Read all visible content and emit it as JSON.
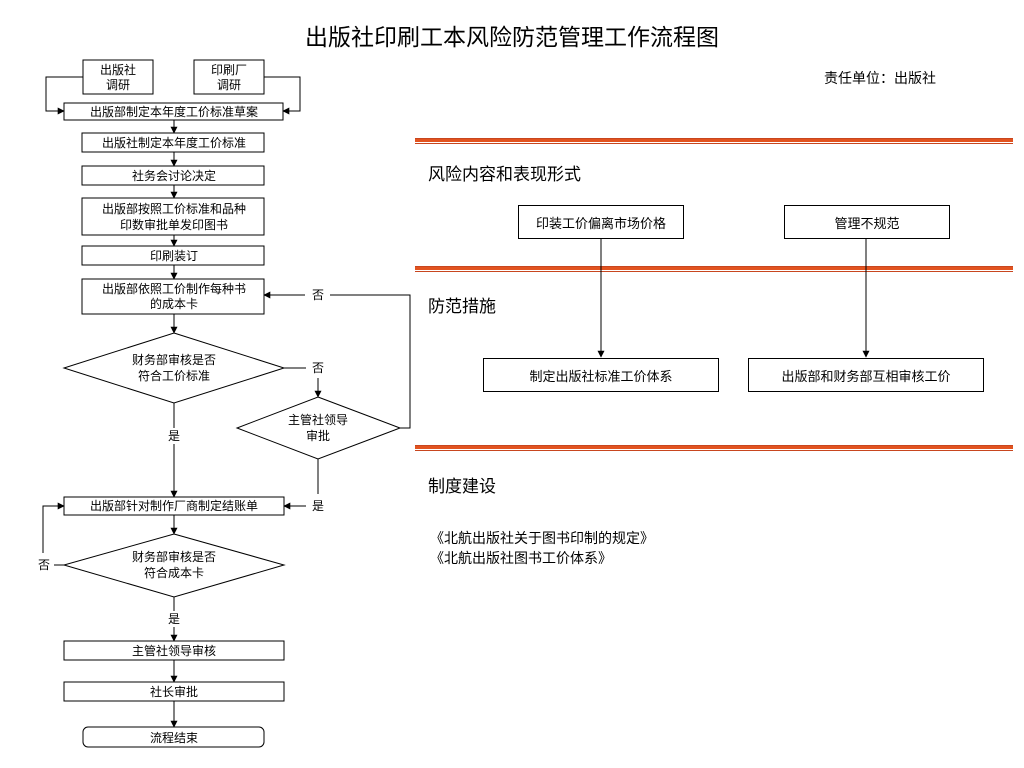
{
  "title": "出版社印刷工本风险防范管理工作流程图",
  "responsible_unit": "责任单位：出版社",
  "flow": {
    "research_press_1": "出版社",
    "research_press_2": "调研",
    "research_printer_1": "印刷厂",
    "research_printer_2": "调研",
    "draft": "出版部制定本年度工价标准草案",
    "standard": "出版社制定本年度工价标准",
    "meeting": "社务会讨论决定",
    "issue_1": "出版部按照工价标准和品种",
    "issue_2": "印数审批单发印图书",
    "printing": "印刷装订",
    "cost_card_1": "出版部依照工价制作每种书",
    "cost_card_2": "的成本卡",
    "check1_1": "财务部审核是否",
    "check1_2": "符合工价标准",
    "leader_1": "主管社领导",
    "leader_2": "审批",
    "settle": "出版部针对制作厂商制定结账单",
    "check2_1": "财务部审核是否",
    "check2_2": "符合成本卡",
    "leader_review": "主管社领导审核",
    "president": "社长审批",
    "end": "流程结束",
    "yes": "是",
    "no": "否"
  },
  "sections": {
    "risk_heading": "风险内容和表现形式",
    "measures_heading": "防范措施",
    "system_heading": "制度建设",
    "risk_items": [
      "印装工价偏离市场价格",
      "管理不规范"
    ],
    "measure_items": [
      "制定出版社标准工价体系",
      "出版部和财务部互相审核工价"
    ],
    "regulations": [
      "《北航出版社关于图书印制的规定》",
      "《北航出版社图书工价体系》"
    ]
  }
}
